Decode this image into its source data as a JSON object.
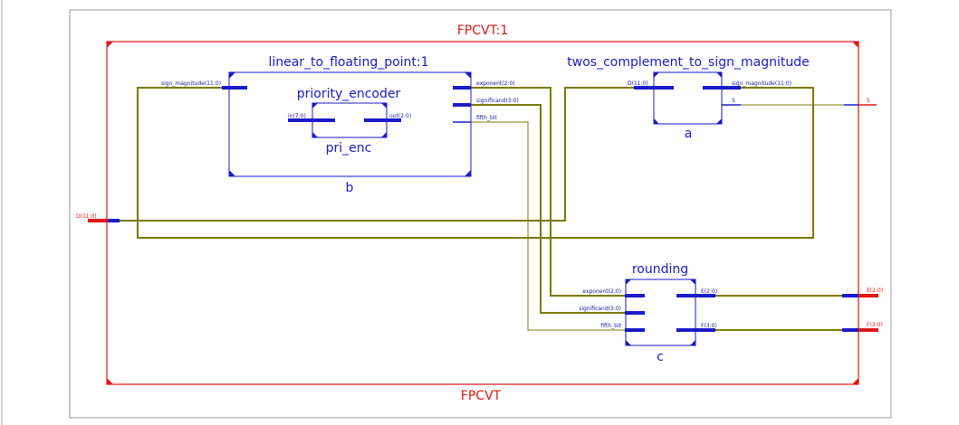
{
  "top": {
    "instance_title": "FPCVT:1",
    "module_name": "FPCVT"
  },
  "block_b": {
    "title": "linear_to_floating_point:1",
    "instance_label": "b",
    "pins": {
      "sign_magnitude": "sign_magnitude(11:0)",
      "exponent": "exponent(2:0)",
      "significand": "significand(3:0)",
      "fifth_bit": "fifth_bit"
    }
  },
  "block_pri": {
    "title": "priority_encoder",
    "instance_label": "pri_enc",
    "pins": {
      "in": "in(7:0)",
      "out": "out(2:0)"
    }
  },
  "block_a": {
    "title": "twos_complement_to_sign_magnitude",
    "instance_label": "a",
    "pins": {
      "d": "D(11:0)",
      "sign_magnitude": "sign_magnitude(11:0)",
      "s": "S"
    }
  },
  "block_c": {
    "title": "rounding",
    "instance_label": "c",
    "pins": {
      "exponent": "exponent(2:0)",
      "significand": "significand(3:0)",
      "fifth_bit": "fifth_bit",
      "e": "E(2:0)",
      "f": "F(3:0)"
    }
  },
  "ports": {
    "d_in": "D(11:0)",
    "s_out": "S",
    "e_out": "E(2:0)",
    "f_out": "F(3:0)"
  },
  "colors": {
    "wire": "#7a7a00",
    "block": "#1a1ac8",
    "border": "#e01818",
    "frame": "#9a9a9a"
  }
}
